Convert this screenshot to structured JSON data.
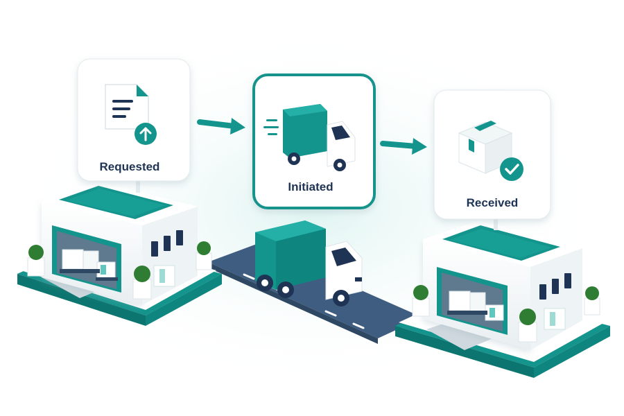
{
  "stages": [
    {
      "id": "requested",
      "label": "Requested",
      "icon": "document-upload-icon",
      "highlighted": false
    },
    {
      "id": "initiated",
      "label": "Initiated",
      "icon": "delivery-truck-icon",
      "highlighted": true
    },
    {
      "id": "received",
      "label": "Received",
      "icon": "package-check-icon",
      "highlighted": false
    }
  ],
  "colors": {
    "teal": "#13948c",
    "teal_dark": "#0d756f",
    "teal_light": "#5fc7bf",
    "navy": "#1f3354",
    "road": "#3f5d80",
    "white": "#ffffff",
    "shadow": "#e9f7f5"
  }
}
